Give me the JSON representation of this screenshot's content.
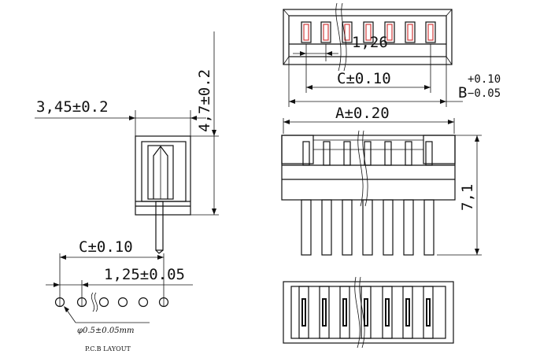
{
  "title": "",
  "labels": {
    "pitch_top": "1,26",
    "c_top": "C±0.10",
    "b_dim_base": "B",
    "b_tol_plus": "+0.10",
    "b_tol_minus": "−0.05",
    "a_dim": "A±0.20",
    "height_front": "7,1",
    "side_width": "3,45±0.2",
    "side_height": "4,7±0.2",
    "c_pcb": "C±0.10",
    "pitch_pcb": "1,25±0.05",
    "hole_dia": "φ0.5±0.05mm",
    "pcb_caption": "P.C.B LAYOUT"
  },
  "colors": {
    "line": "#111111",
    "accent": "#d23c3c",
    "background": "#ffffff"
  }
}
